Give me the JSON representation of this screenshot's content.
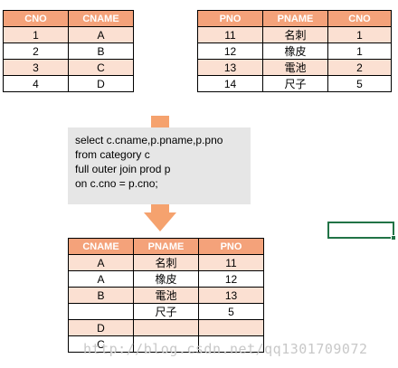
{
  "category_table": {
    "headers": [
      "CNO",
      "CNAME"
    ],
    "rows": [
      [
        "1",
        "A"
      ],
      [
        "2",
        "B"
      ],
      [
        "3",
        "C"
      ],
      [
        "4",
        "D"
      ]
    ]
  },
  "prod_table": {
    "headers": [
      "PNO",
      "PNAME",
      "CNO"
    ],
    "rows": [
      [
        "11",
        "名刺",
        "1"
      ],
      [
        "12",
        "橡皮",
        "1"
      ],
      [
        "13",
        "電池",
        "2"
      ],
      [
        "14",
        "尺子",
        "5"
      ]
    ]
  },
  "sql": {
    "lines": [
      "select c.cname,p.pname,p.pno",
      "from category c",
      "full outer join prod p",
      "on c.cno = p.cno;"
    ]
  },
  "result_table": {
    "headers": [
      "CNAME",
      "PNAME",
      "PNO"
    ],
    "rows": [
      [
        "A",
        "名刺",
        "11"
      ],
      [
        "A",
        "橡皮",
        "12"
      ],
      [
        "B",
        "電池",
        "13"
      ],
      [
        "",
        "尺子",
        "5"
      ],
      [
        "D",
        "",
        ""
      ],
      [
        "C",
        "",
        ""
      ]
    ]
  },
  "watermark": "http://blog.csdn.net/qq1301709072",
  "colors": {
    "header": "#f4a27a",
    "alt_row": "#fbe0d2",
    "arrow": "#f5a26e",
    "code_bg": "#e6e6e6",
    "selection": "#217346"
  }
}
